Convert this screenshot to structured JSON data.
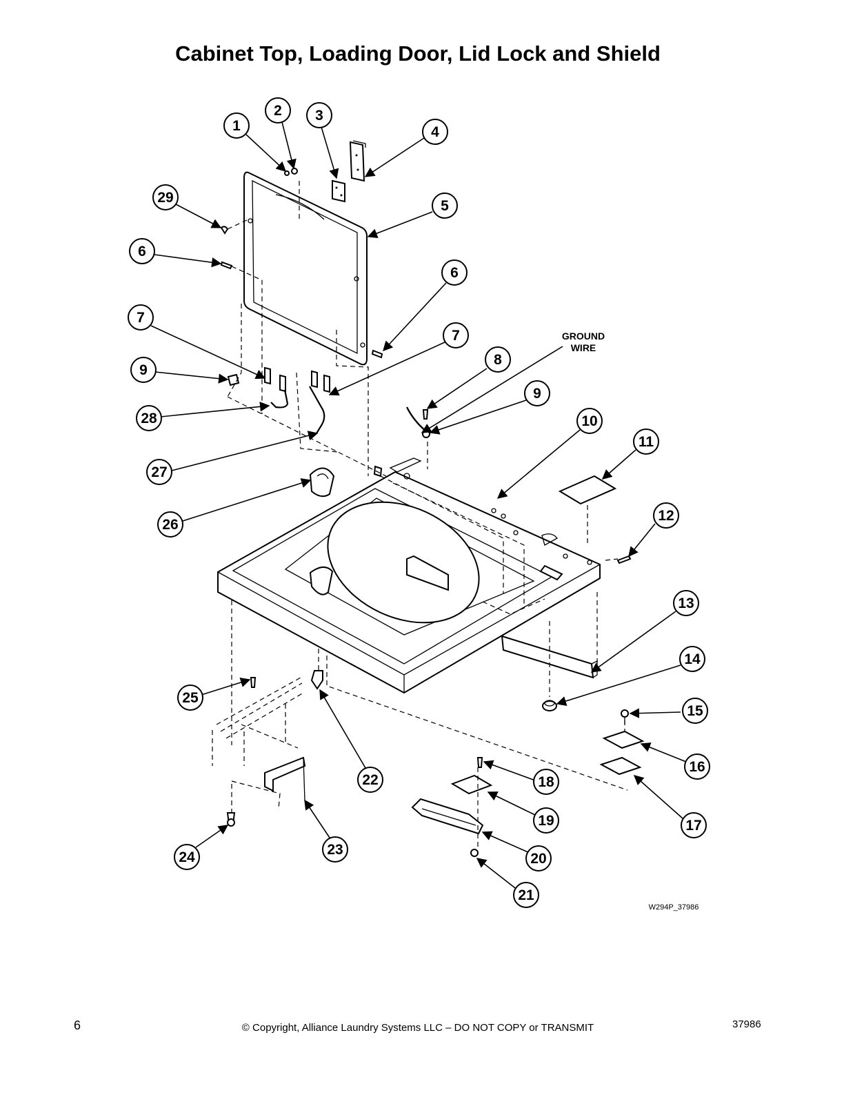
{
  "title": "Cabinet Top, Loading Door, Lid Lock and Shield",
  "ground_wire_label": [
    "GROUND",
    "WIRE"
  ],
  "figure_id": "W294P_37986",
  "callouts": [
    "1",
    "2",
    "3",
    "4",
    "29",
    "5",
    "6",
    "6",
    "7",
    "7",
    "8",
    "9",
    "9",
    "28",
    "10",
    "11",
    "27",
    "26",
    "12",
    "13",
    "14",
    "25",
    "15",
    "22",
    "16",
    "18",
    "17",
    "19",
    "24",
    "23",
    "20",
    "21"
  ],
  "footer": {
    "page_number": "6",
    "copyright": "© Copyright, Alliance Laundry Systems LLC – DO NOT COPY or TRANSMIT",
    "document_number": "37986"
  }
}
